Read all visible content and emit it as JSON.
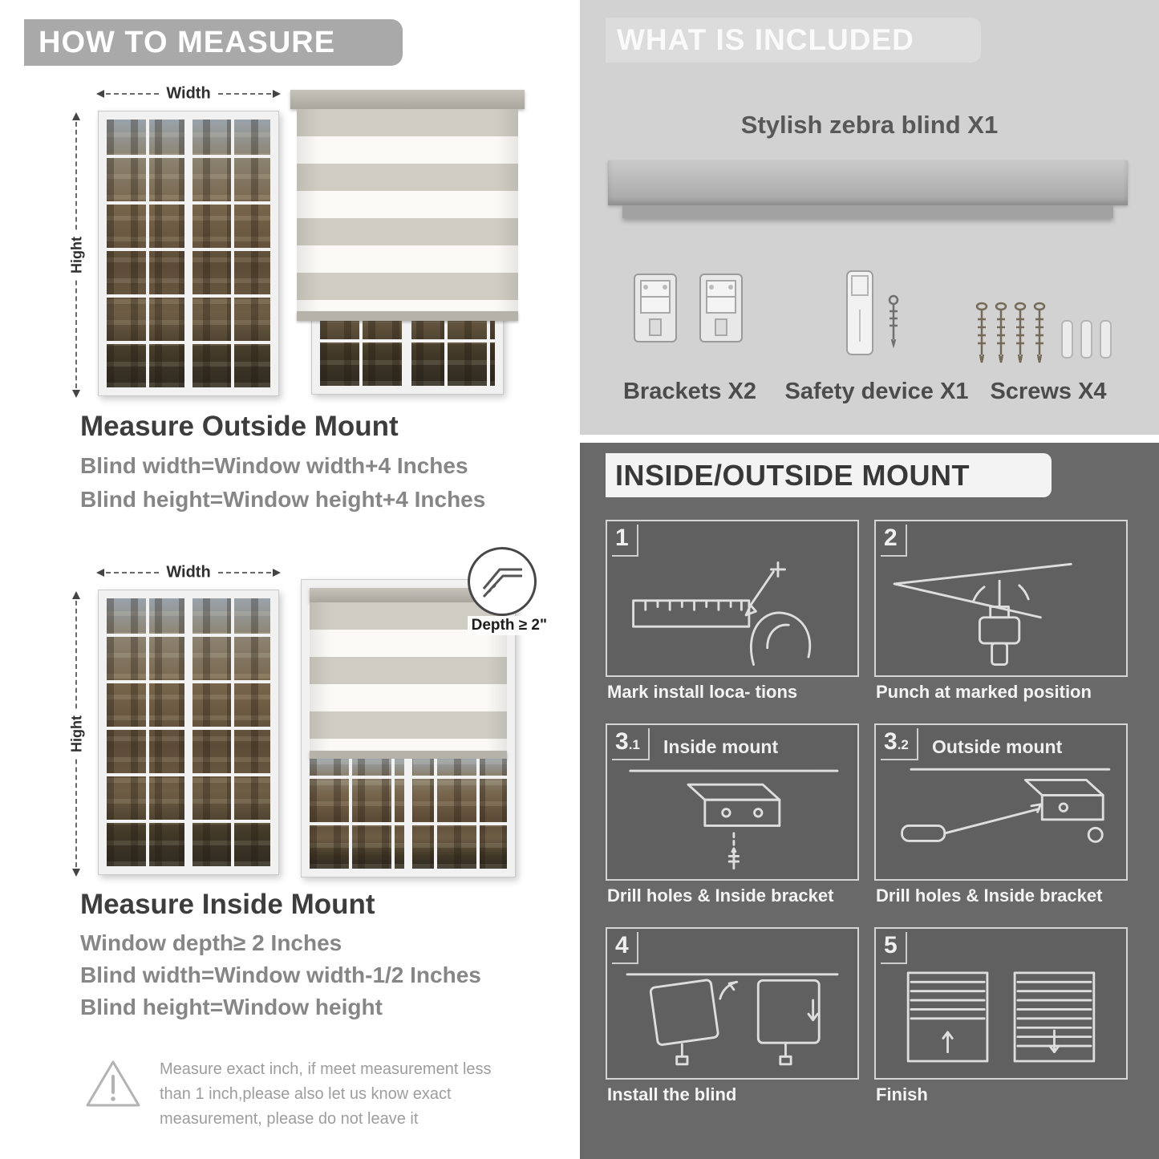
{
  "left": {
    "banner": "HOW TO MEASURE",
    "outside": {
      "width_label": "Width",
      "height_label": "Hight",
      "heading": "Measure Outside Mount",
      "lines": [
        "Blind width=Window width+4 Inches",
        "Blind height=Window height+4 Inches"
      ]
    },
    "inside": {
      "width_label": "Width",
      "height_label": "Hight",
      "depth_callout": "Depth ≥ 2\"",
      "heading": "Measure Inside Mount",
      "lines": [
        "Window depth≥ 2 Inches",
        "Blind width=Window width-1/2 Inches",
        "Blind height=Window height"
      ]
    },
    "warning": "Measure exact inch, if meet measurement less than 1 inch,please also let us know exact measurement, please do not leave it"
  },
  "right": {
    "included": {
      "banner": "WHAT IS INCLUDED",
      "product": "Stylish zebra blind X1",
      "items": [
        {
          "icon": "brackets-icon",
          "label": "Brackets X2"
        },
        {
          "icon": "safety-device-icon",
          "label": "Safety device X1"
        },
        {
          "icon": "screws-icon",
          "label": "Screws X4"
        }
      ]
    },
    "mount": {
      "banner": "INSIDE/OUTSIDE MOUNT",
      "steps": [
        {
          "num": "1",
          "sub": "",
          "label": "",
          "caption": "Mark install loca- tions"
        },
        {
          "num": "2",
          "sub": "",
          "label": "",
          "caption": "Punch at  marked position"
        },
        {
          "num": "3",
          "sub": ".1",
          "label": "Inside mount",
          "caption": "Drill holes &  Inside bracket"
        },
        {
          "num": "3",
          "sub": ".2",
          "label": "Outside mount",
          "caption": "Drill holes &  Inside bracket"
        },
        {
          "num": "4",
          "sub": "",
          "label": "",
          "caption": "Install the blind"
        },
        {
          "num": "5",
          "sub": "",
          "label": "",
          "caption": "Finish"
        }
      ]
    }
  },
  "colors": {
    "banner_gray": "#a9a9a9",
    "included_bg": "#d2d2d2",
    "mount_bg": "#696969",
    "heading_dark": "#3d3d3d",
    "body_gray": "#868686"
  }
}
